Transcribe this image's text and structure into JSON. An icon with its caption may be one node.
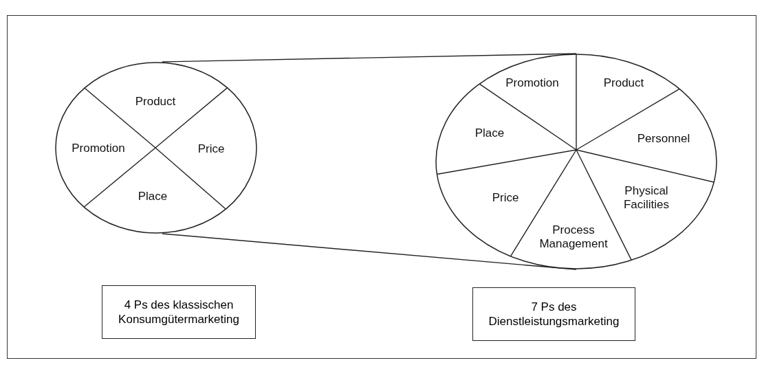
{
  "diagram": {
    "nodes": [
      {
        "text": [],
        "shape": "circle"
      },
      {
        "text": [
          "Product"
        ],
        "in": 0
      },
      {
        "text": [
          "Promotion"
        ],
        "in": 0
      },
      {
        "text": [
          "Price"
        ],
        "in": 0
      },
      {
        "text": [
          "Place"
        ],
        "in": 0
      },
      {
        "text": [],
        "shape": "circle"
      },
      {
        "text": [
          "Promotion"
        ],
        "in": 5
      },
      {
        "text": [
          "Product"
        ],
        "in": 5
      },
      {
        "text": [
          "Place"
        ],
        "in": 5
      },
      {
        "text": [
          "Personnel"
        ],
        "in": 5
      },
      {
        "text": [
          "Price"
        ],
        "in": 5
      },
      {
        "text": [
          "Physical Facilities"
        ],
        "in": 5
      },
      {
        "text": [
          "Process Management"
        ],
        "in": 5
      },
      {
        "text": [
          "4 Ps des klassischen Konsumgütermarketing"
        ]
      },
      {
        "text": [
          "7 Ps des Dienstleistungsmarketing"
        ]
      }
    ],
    "edges": [
      {
        "from": 0,
        "to": 5,
        "arrow": "none"
      },
      {
        "from": 0,
        "to": 5,
        "arrow": "none"
      }
    ]
  }
}
